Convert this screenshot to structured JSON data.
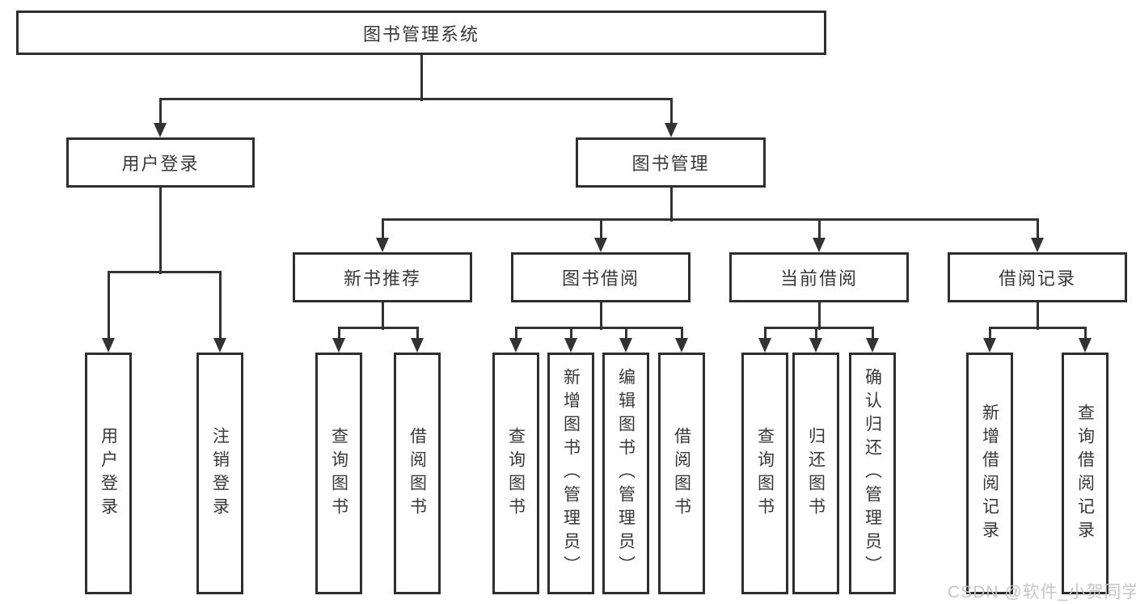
{
  "diagram": {
    "title": "图书管理系统",
    "line_color": "#333333",
    "box_border_color": "#2e2e2e",
    "text_color": "#383838",
    "nodes": [
      {
        "id": "system-root",
        "label": "图书管理系统",
        "parent": null,
        "orientation": "horizontal"
      },
      {
        "id": "user-login",
        "label": "用户登录",
        "parent": "system-root",
        "orientation": "horizontal"
      },
      {
        "id": "book-management",
        "label": "图书管理",
        "parent": "system-root",
        "orientation": "horizontal"
      },
      {
        "id": "new-book-recommend",
        "label": "新书推荐",
        "parent": "book-management",
        "orientation": "horizontal"
      },
      {
        "id": "book-borrowing",
        "label": "图书借阅",
        "parent": "book-management",
        "orientation": "horizontal"
      },
      {
        "id": "current-borrowing",
        "label": "当前借阅",
        "parent": "book-management",
        "orientation": "horizontal"
      },
      {
        "id": "borrowing-records",
        "label": "借阅记录",
        "parent": "book-management",
        "orientation": "horizontal"
      },
      {
        "id": "leaf-user-login",
        "label": "用户登录",
        "parent": "user-login",
        "orientation": "vertical"
      },
      {
        "id": "leaf-logout",
        "label": "注销登录",
        "parent": "user-login",
        "orientation": "vertical"
      },
      {
        "id": "leaf-rec-query-books",
        "label": "查询图书",
        "parent": "new-book-recommend",
        "orientation": "vertical"
      },
      {
        "id": "leaf-rec-borrow-books",
        "label": "借阅图书",
        "parent": "new-book-recommend",
        "orientation": "vertical"
      },
      {
        "id": "leaf-bb-query-books",
        "label": "查询图书",
        "parent": "book-borrowing",
        "orientation": "vertical"
      },
      {
        "id": "leaf-bb-add-books",
        "label": "新增图书（管理员）",
        "parent": "book-borrowing",
        "orientation": "vertical"
      },
      {
        "id": "leaf-bb-edit-books",
        "label": "编辑图书（管理员）",
        "parent": "book-borrowing",
        "orientation": "vertical"
      },
      {
        "id": "leaf-bb-borrow-books",
        "label": "借阅图书",
        "parent": "book-borrowing",
        "orientation": "vertical"
      },
      {
        "id": "leaf-cb-query-books",
        "label": "查询图书",
        "parent": "current-borrowing",
        "orientation": "vertical"
      },
      {
        "id": "leaf-cb-return-books",
        "label": "归还图书",
        "parent": "current-borrowing",
        "orientation": "vertical"
      },
      {
        "id": "leaf-cb-confirm-return",
        "label": "确认归还（管理员）",
        "parent": "current-borrowing",
        "orientation": "vertical"
      },
      {
        "id": "leaf-br-add-record",
        "label": "新增借阅记录",
        "parent": "borrowing-records",
        "orientation": "vertical"
      },
      {
        "id": "leaf-br-query-record",
        "label": "查询借阅记录",
        "parent": "borrowing-records",
        "orientation": "vertical"
      }
    ]
  },
  "watermark": {
    "text": "CSDN @软件_小贺同学"
  }
}
